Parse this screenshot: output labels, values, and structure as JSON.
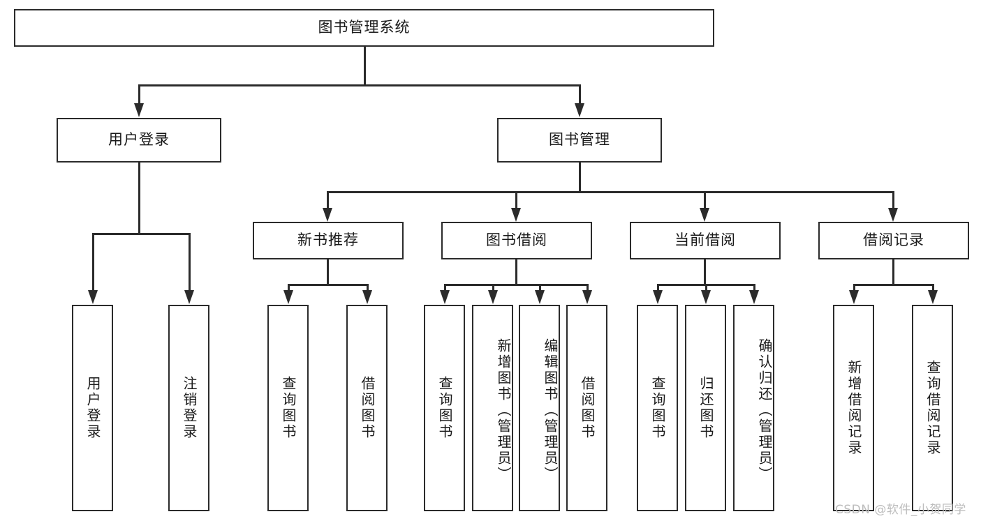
{
  "diagram": {
    "title_node": {
      "label": "图书管理系统"
    },
    "level2": [
      {
        "id": "user-login",
        "label": "用户登录"
      },
      {
        "id": "book-manage",
        "label": "图书管理"
      }
    ],
    "level3": [
      {
        "id": "new-book-recommend",
        "label": "新书推荐"
      },
      {
        "id": "book-borrow",
        "label": "图书借阅"
      },
      {
        "id": "current-borrow",
        "label": "当前借阅"
      },
      {
        "id": "borrow-record",
        "label": "借阅记录"
      }
    ],
    "leaves": {
      "user_login": [
        {
          "id": "leaf-user-login",
          "label": "用户登录"
        },
        {
          "id": "leaf-logout-login",
          "label": "注销登录"
        }
      ],
      "new_book_recommend": [
        {
          "id": "leaf-query-book-1",
          "label": "查询图书"
        },
        {
          "id": "leaf-borrow-book-1",
          "label": "借阅图书"
        }
      ],
      "book_borrow": [
        {
          "id": "leaf-query-book-2",
          "label": "查询图书"
        },
        {
          "id": "leaf-add-book-admin",
          "label": "新增图书（管理员）"
        },
        {
          "id": "leaf-edit-book-admin",
          "label": "编辑图书（管理员）"
        },
        {
          "id": "leaf-borrow-book-2",
          "label": "借阅图书"
        }
      ],
      "current_borrow": [
        {
          "id": "leaf-query-book-3",
          "label": "查询图书"
        },
        {
          "id": "leaf-return-book",
          "label": "归还图书"
        },
        {
          "id": "leaf-confirm-return-admin",
          "label": "确认归还（管理员）"
        }
      ],
      "borrow_record": [
        {
          "id": "leaf-add-borrow-record",
          "label": "新增借阅记录"
        },
        {
          "id": "leaf-query-borrow-record",
          "label": "查询借阅记录"
        }
      ]
    }
  },
  "watermark": {
    "text": "CSDN @软件_小贺同学"
  },
  "colors": {
    "stroke": "#2b2b2b",
    "fill": "#ffffff",
    "text": "#1a1a1a",
    "watermark": "#bdbdbd"
  }
}
